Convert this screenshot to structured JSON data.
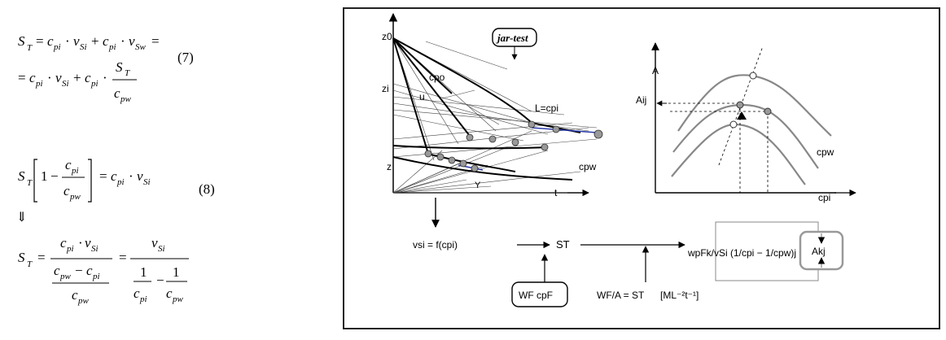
{
  "equations": {
    "eq7": {
      "number": "(7)",
      "line1": "S_T = c_pi · v_Si + c_pi · v_Sw =",
      "line2": "= c_pi · v_Si + c_pi · S_T / c_pw"
    },
    "eq8": {
      "number": "(8)",
      "line1": "S_T [1 − c_pi / c_pw] = c_pi · v_Si",
      "implies": "⇓",
      "line2": "S_T = (c_pi · v_Si) / ((c_pw − c_pi) / c_pw) = v_Si / (1/c_pi − 1/c_pw)"
    }
  },
  "figure": {
    "left_plot": {
      "z0": "z0",
      "zi": "zi",
      "z": "z",
      "t": "t",
      "cpo": "cpo",
      "u": "u",
      "L": "L=cpi",
      "cpw": "cpw",
      "Y": "Y",
      "tag": "jar-test"
    },
    "right_plot": {
      "y_label": "A",
      "x_label": "cpi",
      "aij": "Aij",
      "cpw": "cpw"
    },
    "flow": {
      "vsi_formula": "vsi = f(cpi)",
      "st": "ST",
      "wf_cpf": "WF cpF",
      "wf_over_a": "WF/A = ST",
      "units": "[ML⁻²t⁻¹]",
      "product_formula": "wpFk/vSi (1/cpi − 1/cpw)j =",
      "akj": "Akj"
    }
  }
}
